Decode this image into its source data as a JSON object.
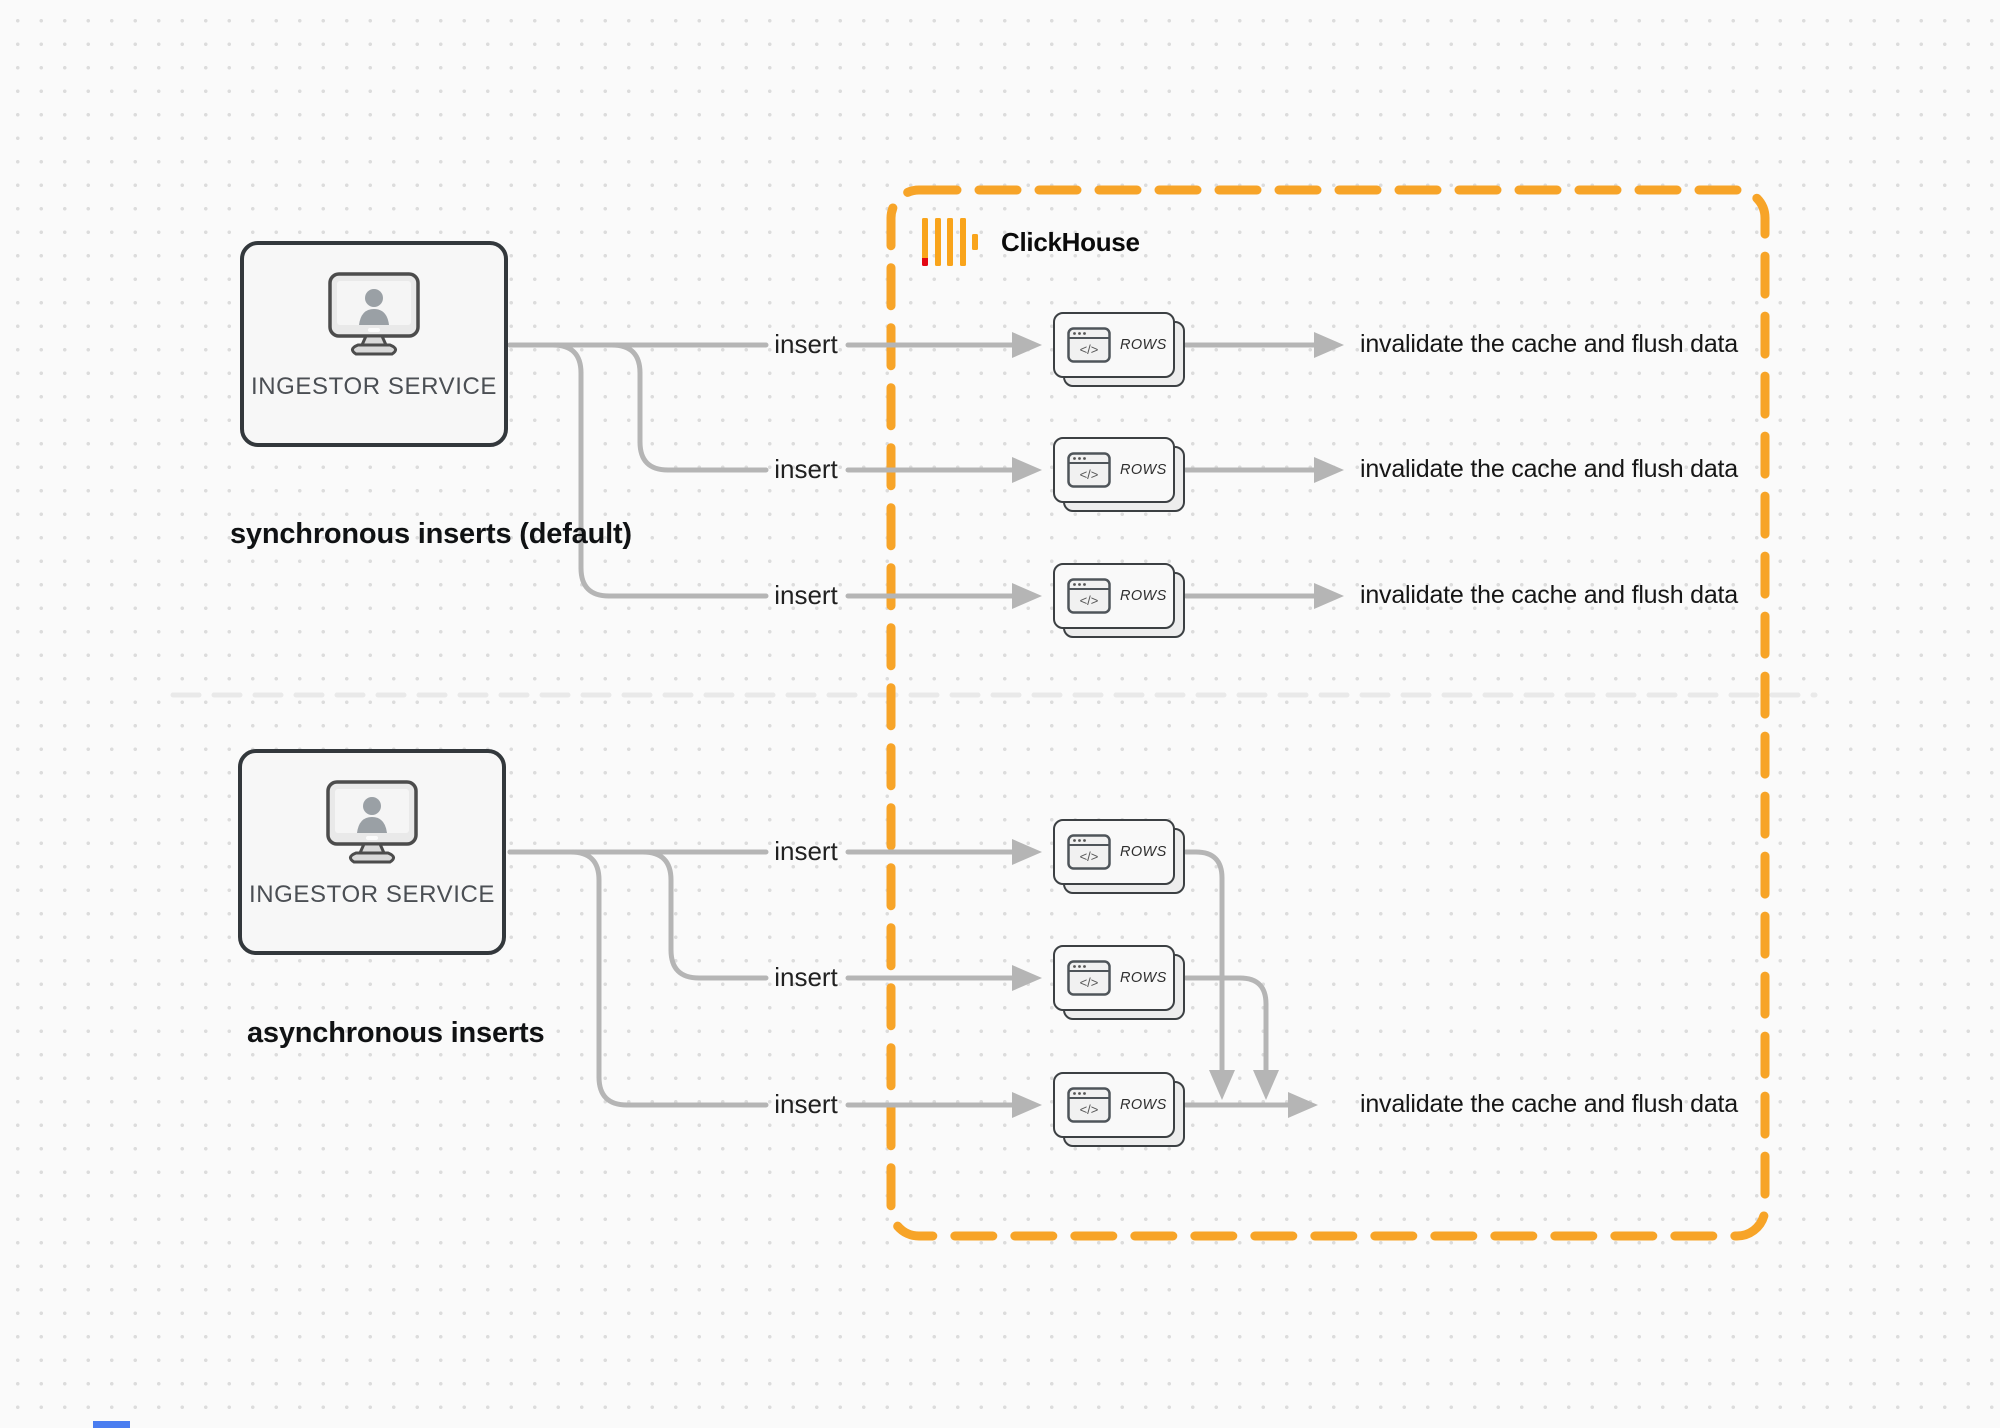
{
  "clickhouse": {
    "title": "ClickHouse"
  },
  "colors": {
    "accent_orange": "#f7a428",
    "logo_yellow": "#f9a41b",
    "logo_red": "#e30613",
    "wire_gray": "#b5b5b5"
  },
  "sync": {
    "service_label": "INGESTOR SERVICE",
    "caption": "synchronous inserts (default)",
    "rows": [
      {
        "insert_label": "insert",
        "card_label": "ROWS",
        "card_icon_code": "</>",
        "result_label": "invalidate the cache and flush data"
      },
      {
        "insert_label": "insert",
        "card_label": "ROWS",
        "card_icon_code": "</>",
        "result_label": "invalidate the cache and flush data"
      },
      {
        "insert_label": "insert",
        "card_label": "ROWS",
        "card_icon_code": "</>",
        "result_label": "invalidate the cache and flush data"
      }
    ]
  },
  "async": {
    "service_label": "INGESTOR SERVICE",
    "caption": "asynchronous inserts",
    "rows": [
      {
        "insert_label": "insert",
        "card_label": "ROWS",
        "card_icon_code": "</>"
      },
      {
        "insert_label": "insert",
        "card_label": "ROWS",
        "card_icon_code": "</>"
      },
      {
        "insert_label": "insert",
        "card_label": "ROWS",
        "card_icon_code": "</>"
      }
    ],
    "result_label": "invalidate the cache and flush data"
  }
}
